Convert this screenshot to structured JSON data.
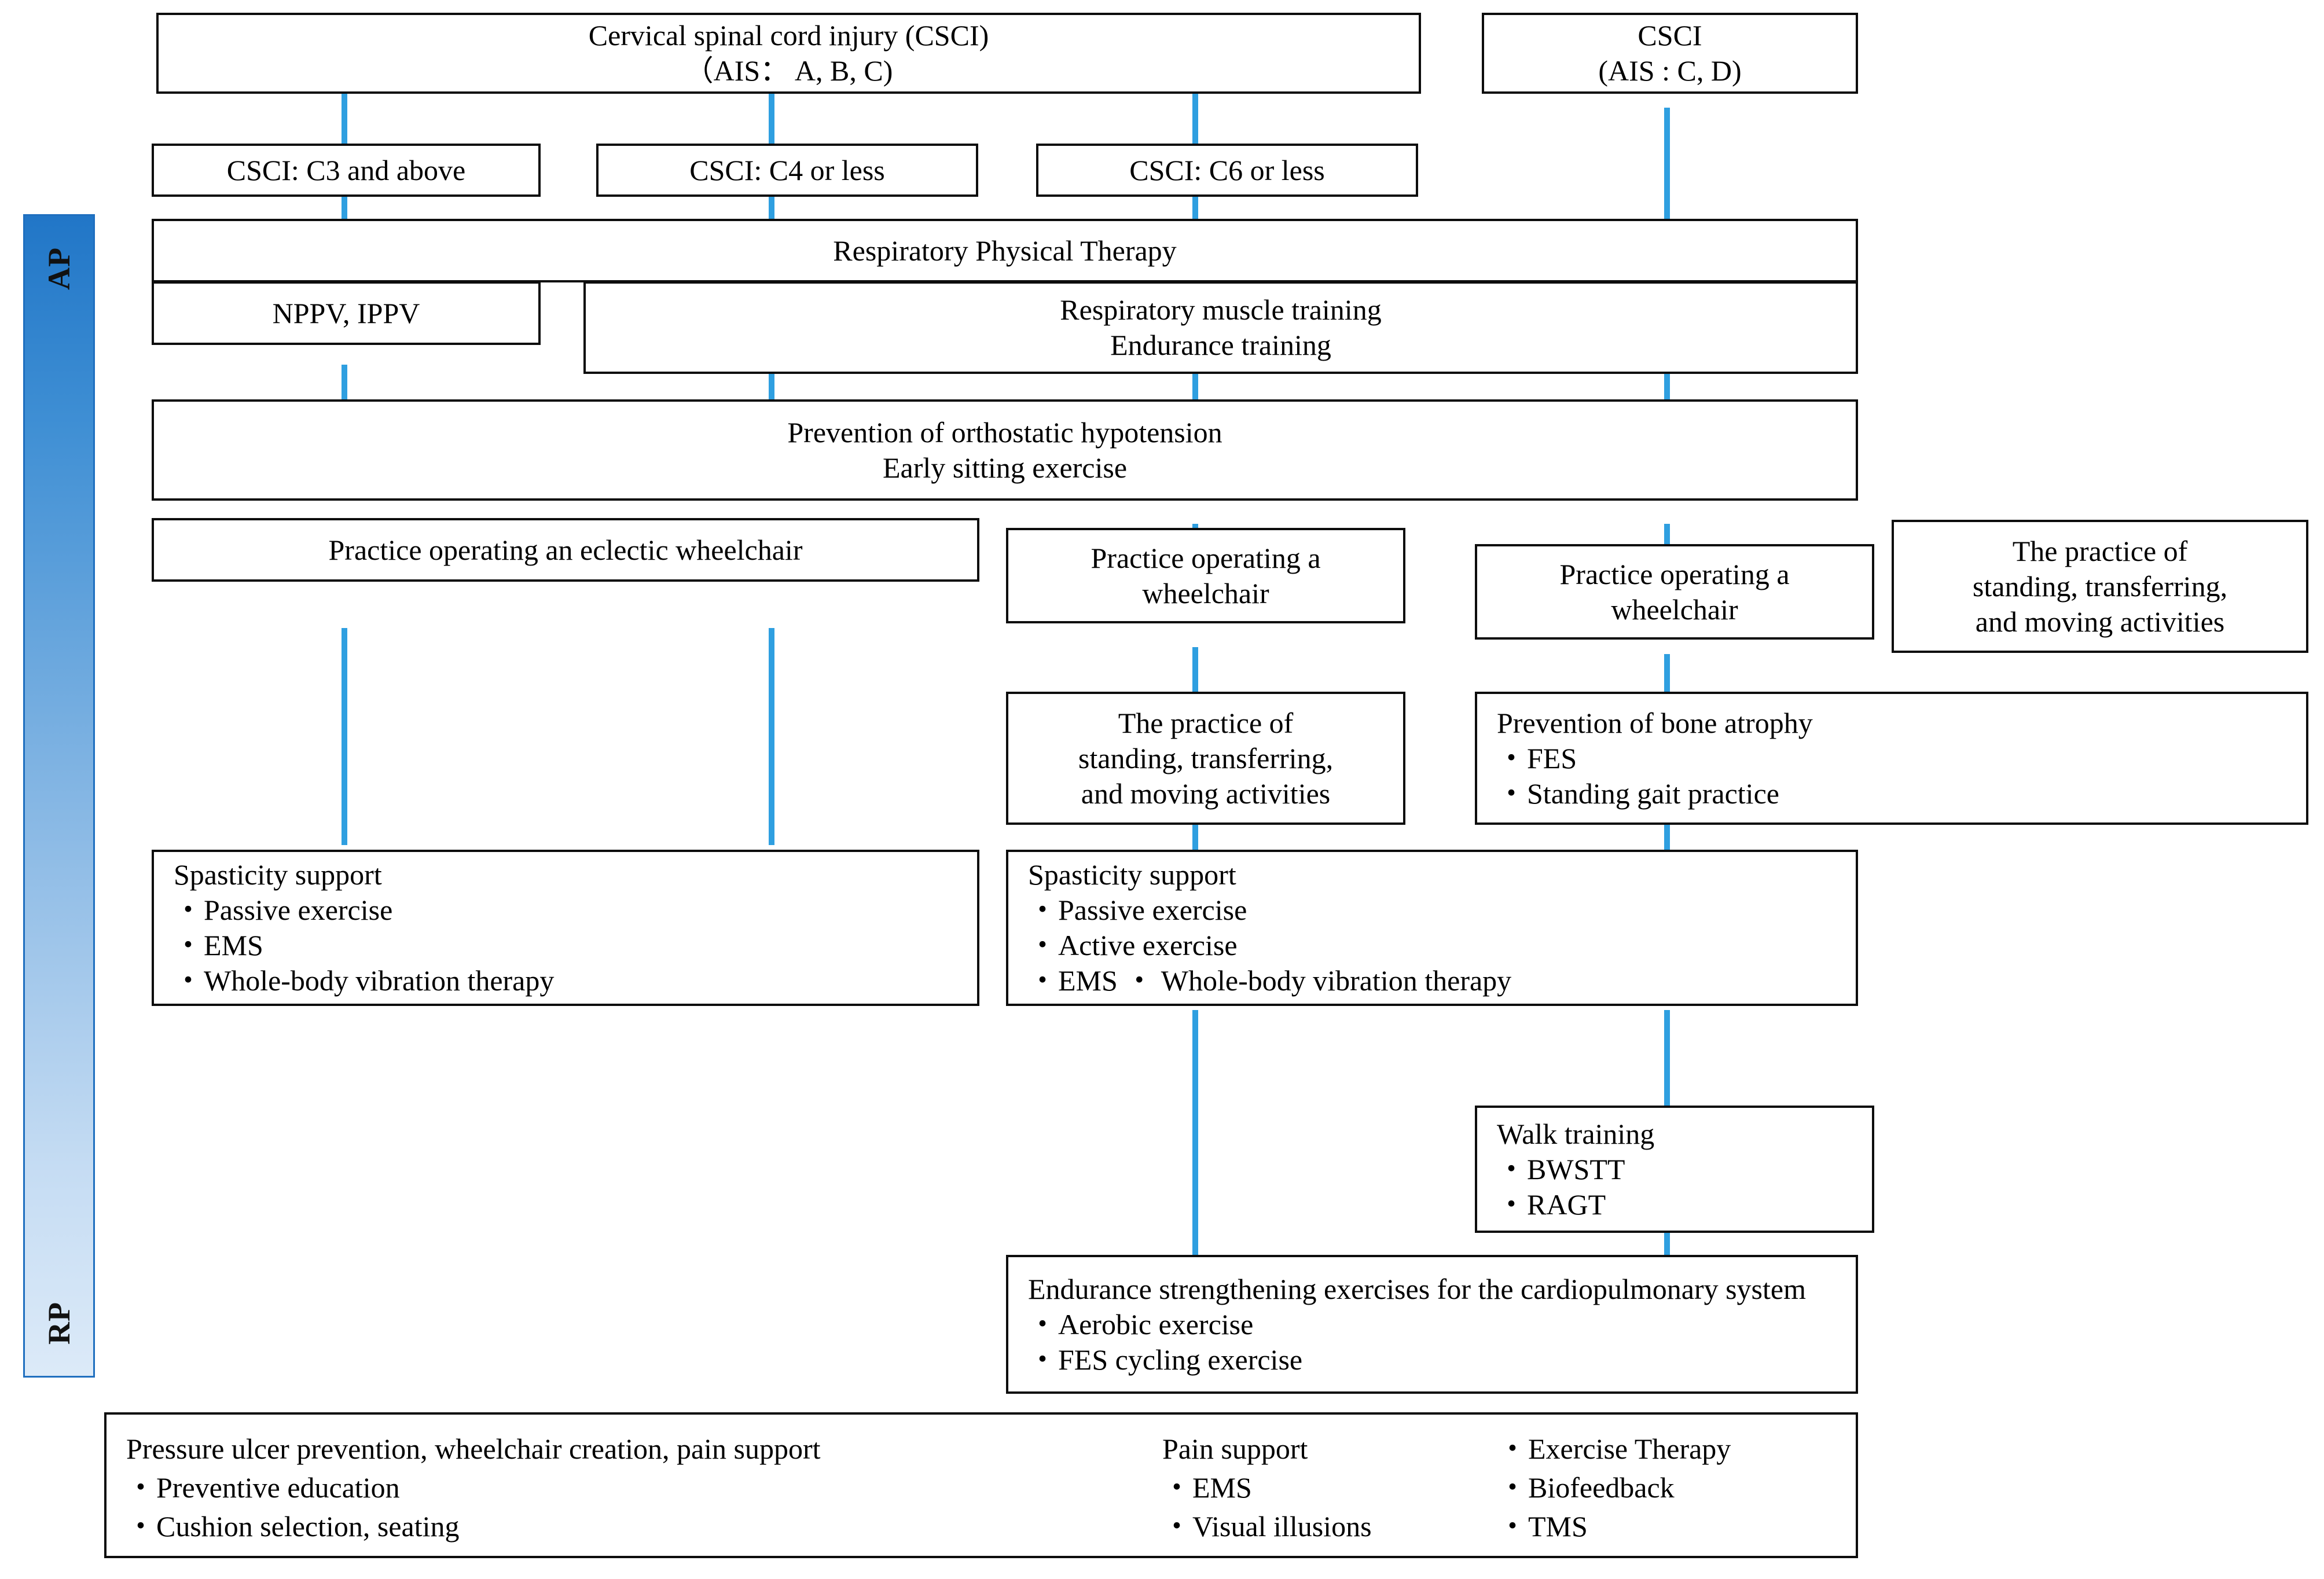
{
  "phases": {
    "acute_label": "AP",
    "recovery_label": "RP"
  },
  "nodes": {
    "csci_abc": {
      "line1": "Cervical spinal cord injury (CSCI)",
      "line2": "（AIS： A, B, C)"
    },
    "csci_cd": {
      "line1": "CSCI",
      "line2": "(AIS : C, D)"
    },
    "level_c3": "CSCI: C3 and above",
    "level_c4": "CSCI: C4 or less",
    "level_c6": "CSCI: C6 or less",
    "resp_pt": "Respiratory Physical Therapy",
    "nppv": "NPPV, IPPV",
    "resp_muscle": {
      "line1": "Respiratory muscle training",
      "line2": "Endurance training"
    },
    "orthostatic": {
      "line1": "Prevention of orthostatic hypotension",
      "line2": "Early sitting exercise"
    },
    "electric_wc": "Practice operating an eclectic wheelchair",
    "wheelchair_mid": {
      "line1": "Practice operating a",
      "line2": "wheelchair"
    },
    "wheelchair_right": {
      "line1": "Practice operating a",
      "line2": "wheelchair"
    },
    "standing_far_right": {
      "line1": "The practice of",
      "line2": "standing, transferring,",
      "line3": "and moving activities"
    },
    "standing_mid": {
      "line1": "The practice of",
      "line2": "standing, transferring,",
      "line3": "and moving activities"
    },
    "bone_atrophy": {
      "title": "Prevention of bone atrophy",
      "items": [
        "FES",
        "Standing gait practice"
      ]
    },
    "spasticity_left": {
      "title": "Spasticity support",
      "items": [
        "Passive exercise",
        "EMS",
        "Whole-body vibration therapy"
      ]
    },
    "spasticity_right": {
      "title": "Spasticity support",
      "items": [
        "Passive exercise",
        "Active exercise",
        "EMS ・ Whole-body vibration therapy"
      ]
    },
    "walk_training": {
      "title": "Walk training",
      "items": [
        "BWSTT",
        "RAGT"
      ]
    },
    "endurance_cardio": {
      "title": "Endurance strengthening exercises for the cardiopulmonary system",
      "items": [
        "Aerobic exercise",
        "FES cycling exercise"
      ]
    },
    "bottom": {
      "col1": {
        "title": "Pressure ulcer prevention, wheelchair creation, pain support",
        "items": [
          "Preventive education",
          "Cushion selection, seating"
        ]
      },
      "col2": {
        "title": "Pain support",
        "items": [
          "EMS",
          "Visual illusions"
        ]
      },
      "col3": {
        "title": "",
        "items": [
          "Exercise Therapy",
          "Biofeedback",
          "TMS"
        ]
      }
    }
  },
  "colors": {
    "connector": "#2f9fe0",
    "box_border": "#0d0d0d",
    "phase_top": "#2176c7",
    "phase_bottom": "#dceaf8"
  }
}
